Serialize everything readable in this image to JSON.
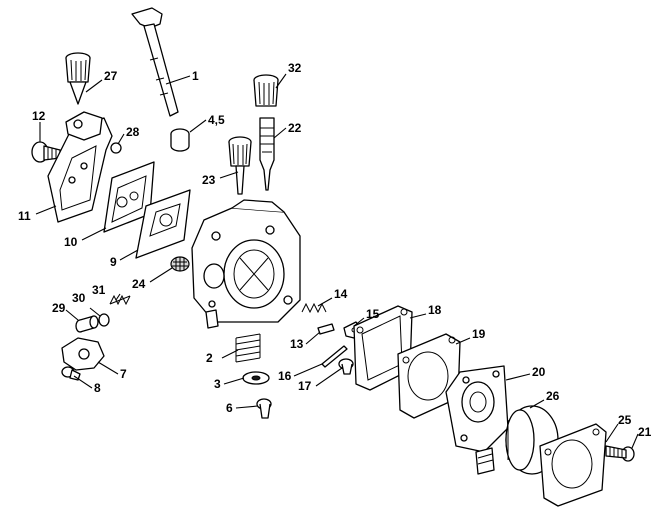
{
  "callouts": [
    {
      "id": "p1",
      "label": "1"
    },
    {
      "id": "p2",
      "label": "2"
    },
    {
      "id": "p3",
      "label": "3"
    },
    {
      "id": "p45",
      "label": "4,5"
    },
    {
      "id": "p6",
      "label": "6"
    },
    {
      "id": "p7",
      "label": "7"
    },
    {
      "id": "p8",
      "label": "8"
    },
    {
      "id": "p9",
      "label": "9"
    },
    {
      "id": "p10",
      "label": "10"
    },
    {
      "id": "p11",
      "label": "11"
    },
    {
      "id": "p12",
      "label": "12"
    },
    {
      "id": "p13",
      "label": "13"
    },
    {
      "id": "p14",
      "label": "14"
    },
    {
      "id": "p15",
      "label": "15"
    },
    {
      "id": "p16",
      "label": "16"
    },
    {
      "id": "p17",
      "label": "17"
    },
    {
      "id": "p18",
      "label": "18"
    },
    {
      "id": "p19",
      "label": "19"
    },
    {
      "id": "p20",
      "label": "20"
    },
    {
      "id": "p21",
      "label": "21"
    },
    {
      "id": "p22",
      "label": "22"
    },
    {
      "id": "p23",
      "label": "23"
    },
    {
      "id": "p24",
      "label": "24"
    },
    {
      "id": "p25",
      "label": "25"
    },
    {
      "id": "p26",
      "label": "26"
    },
    {
      "id": "p27",
      "label": "27"
    },
    {
      "id": "p28",
      "label": "28"
    },
    {
      "id": "p29",
      "label": "29"
    },
    {
      "id": "p30",
      "label": "30"
    },
    {
      "id": "p31",
      "label": "31"
    },
    {
      "id": "p32",
      "label": "32"
    }
  ]
}
